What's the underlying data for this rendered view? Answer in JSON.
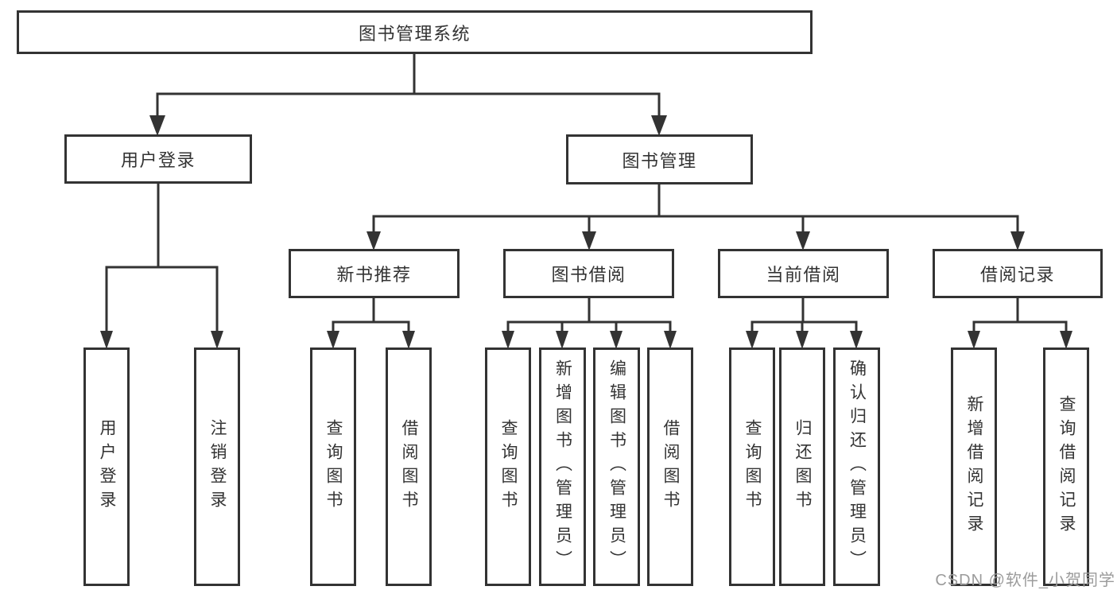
{
  "diagram": {
    "type": "hierarchy-tree",
    "tree": {
      "label": "图书管理系统",
      "children": [
        {
          "label": "用户登录",
          "children": [
            {
              "label": "用户登录"
            },
            {
              "label": "注销登录"
            }
          ]
        },
        {
          "label": "图书管理",
          "children": [
            {
              "label": "新书推荐",
              "children": [
                {
                  "label": "查询图书"
                },
                {
                  "label": "借阅图书"
                }
              ]
            },
            {
              "label": "图书借阅",
              "children": [
                {
                  "label": "查询图书"
                },
                {
                  "label": "新增图书（管理员）"
                },
                {
                  "label": "编辑图书（管理员）"
                },
                {
                  "label": "借阅图书"
                }
              ]
            },
            {
              "label": "当前借阅",
              "children": [
                {
                  "label": "查询图书"
                },
                {
                  "label": "归还图书"
                },
                {
                  "label": "确认归还（管理员）"
                }
              ]
            },
            {
              "label": "借阅记录",
              "children": [
                {
                  "label": "新增借阅记录"
                },
                {
                  "label": "查询借阅记录"
                }
              ]
            }
          ]
        }
      ]
    },
    "colors": {
      "line": "#333333",
      "box_border": "#333333",
      "box_fill": "#ffffff",
      "text": "#333333",
      "background": "#ffffff"
    }
  },
  "watermark": {
    "text": "CSDN @软件_小贺同学",
    "color": "#9b9b9b"
  }
}
